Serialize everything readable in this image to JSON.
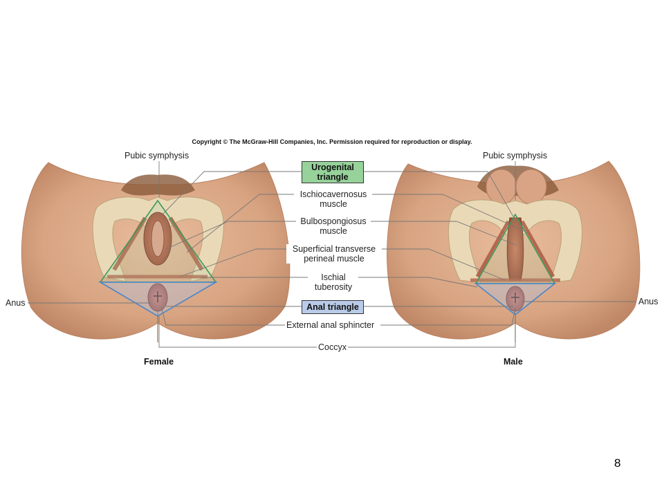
{
  "copyright": "Copyright © The McGraw-Hill Companies, Inc. Permission required for reproduction or display.",
  "labels": {
    "pubic_symphysis_left": "Pubic symphysis",
    "pubic_symphysis_right": "Pubic symphysis",
    "urogenital_triangle": "Urogenital triangle",
    "ischiocavernosus": "Ischiocavernosus muscle",
    "bulbospongiosus": "Bulbospongiosus muscle",
    "superficial_transverse": "Superficial transverse perineal muscle",
    "ischial_tuberosity": "Ischial tuberosity",
    "anus_left": "Anus",
    "anus_right": "Anus",
    "anal_triangle": "Anal triangle",
    "external_anal_sphincter": "External anal sphincter",
    "coccyx": "Coccyx"
  },
  "captions": {
    "female": "Female",
    "male": "Male"
  },
  "page_number": "8",
  "colors": {
    "skin": "#d9a784",
    "bone": "#e9dcbc",
    "muscle": "#b9634a",
    "urogenital_box": "#96d29a",
    "anal_box": "#b9cbe8",
    "triangle_green": "#3a9a5a",
    "triangle_blue": "#4a86c8"
  }
}
